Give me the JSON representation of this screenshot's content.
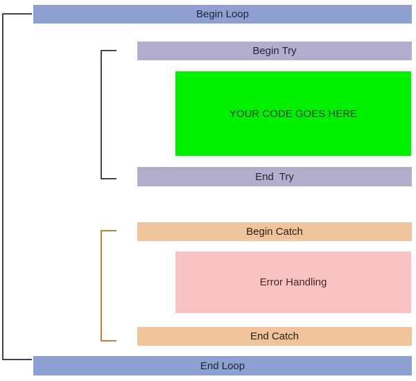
{
  "diagram": {
    "begin_loop_label": "Begin Loop",
    "begin_try_label": "Begin Try",
    "code_block_label": "YOUR CODE GOES HERE",
    "end_try_label": "End  Try",
    "begin_catch_label": "Begin Catch",
    "error_block_label": "Error Handling",
    "end_catch_label": "End Catch",
    "end_loop_label": "End Loop"
  },
  "colors": {
    "loop_bar_fill": "#8E9FD1",
    "try_bar_fill": "#B3AECE",
    "catch_bar_fill": "#EFC49D",
    "code_block_fill": "#00F000",
    "error_block_fill": "#FBC2C3",
    "loop_bracket_line": "#3E4158",
    "try_bracket_line": "#3E4158",
    "catch_bracket_line": "#C0802F",
    "loop_try_text": "#1E2433",
    "catch_text": "#2E1B0C",
    "code_text": "#103710",
    "error_text": "#4E1F20"
  }
}
